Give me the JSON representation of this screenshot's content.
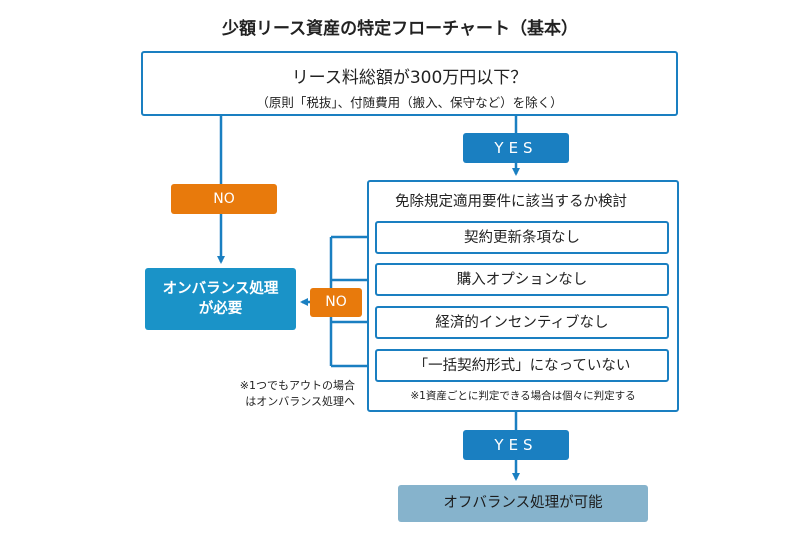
{
  "title": "少額リース資産の特定フローチャート（基本）",
  "question": {
    "line1": "リース料総額が300万円以下？",
    "line2": "（原則「税抜」、付随費用（搬入、保守など）を除く）"
  },
  "yes_label": "YES",
  "no_label": "NO",
  "exemption": {
    "title": "免除規定適用要件に該当するか検討",
    "requirements": [
      "契約更新条項なし",
      "購入オプションなし",
      "経済的インセンティブなし",
      "「一括契約形式」になっていない"
    ],
    "note": "※1資産ごとに判定できる場合は個々に判定する"
  },
  "on_balance": {
    "line1": "オンバランス処理",
    "line2": "が必要"
  },
  "off_balance": "オフバランス処理が可能",
  "side_note": {
    "line1": "※1つでもアウトの場合",
    "line2": "はオンバランス処理へ"
  },
  "colors": {
    "blue": "#1a7fc1",
    "orange": "#e87a0c",
    "on_balance": "#1a93c8",
    "off_balance": "#86b3cc"
  }
}
